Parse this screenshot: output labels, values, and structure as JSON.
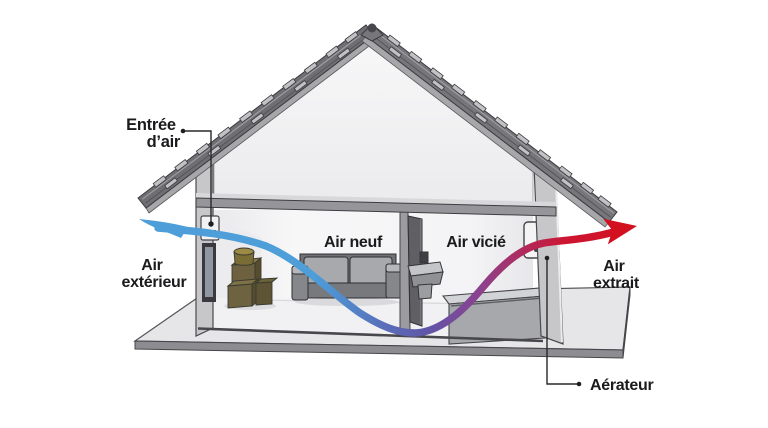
{
  "diagram": {
    "type": "house-ventilation-cutaway",
    "labels": {
      "air_inlet": {
        "line1": "Entrée",
        "line2": "d’air"
      },
      "outdoor_air": {
        "line1": "Air",
        "line2": "extérieur"
      },
      "fresh_air": "Air neuf",
      "stale_air": "Air vicié",
      "extracted_air": {
        "line1": "Air",
        "line2": "extrait"
      },
      "extractor": "Aérateur"
    },
    "colors": {
      "fresh_air_flow": "#4D9ED9",
      "transition_flow": "#6155A8",
      "extracted_air_flow": "#D31020",
      "label_text": "#1B1B1D",
      "leader_line": "#28282B"
    }
  }
}
